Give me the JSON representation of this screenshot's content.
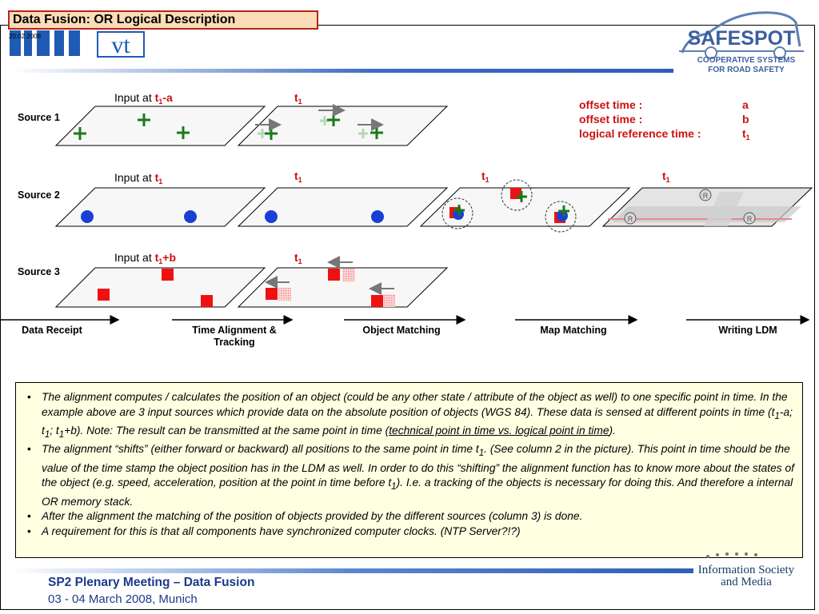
{
  "header": {
    "title": "Data Fusion:  OR Logical Description",
    "date": "20.02.2008",
    "tum_logo_text": "vt",
    "safespot_logo": {
      "name": "SAFESPOT",
      "line1": "COOPERATIVE SYSTEMS",
      "line2": "FOR ROAD SAFETY"
    }
  },
  "diagram": {
    "sources": [
      "Source 1",
      "Source 2",
      "Source 3"
    ],
    "input_labels": [
      {
        "prefix": "Input at ",
        "t": "t",
        "sub": "1",
        "suffix": "-a"
      },
      {
        "prefix": "Input at ",
        "t": "t",
        "sub": "1",
        "suffix": ""
      },
      {
        "prefix": "Input at ",
        "t": "t",
        "sub": "1",
        "suffix": "+b"
      }
    ],
    "time_labels": {
      "t": "t",
      "sub": "1"
    },
    "legend": [
      {
        "label": "offset time :",
        "value": "a",
        "sub": ""
      },
      {
        "label": "offset time :",
        "value": "b",
        "sub": ""
      },
      {
        "label": "logical reference time :",
        "value": "t",
        "sub": "1"
      }
    ],
    "stages": [
      "Data Receipt",
      "Time Alignment &",
      "Tracking",
      "Object Matching",
      "Map Matching",
      "Writing LDM"
    ],
    "road_sign_letter": "R"
  },
  "notes": [
    {
      "a": "The alignment computes / calculates the position of an object (could be any other state / attribute of the object as well) to one specific point in time. In the example above are 3 input sources which provide data on the absolute position of objects (WGS 84). These data is sensed at different points in time (t",
      "a_sub": "1",
      "b": "-a; t",
      "b_sub": "1",
      "c": "; t",
      "c_sub": "1",
      "d": "+b). Note: The result can be transmitted at the same point in time (",
      "link": "technical point in time vs. logical point in time",
      "e": ")."
    },
    {
      "a": "The alignment “shifts” (either forward or backward) all positions to the same point in time t",
      "a_sub": "1",
      "b": ". (See column 2 in the picture). This point in time should be the value of the time stamp the object position has in the LDM as well. In order to do this “shifting” the alignment function has to know more about the states of the object (e.g. speed, acceleration, position at the point in time before t",
      "b_sub": "1",
      "c": "). I.e. a tracking of the objects is necessary for doing this. And therefore a internal OR memory stack."
    },
    {
      "text": "After the alignment the matching of the position of objects provided by the different sources (column 3) is done."
    },
    {
      "text": "A requirement for this is that all components have synchronized computer clocks. (NTP Server?!?)"
    }
  ],
  "footer": {
    "title": "SP2 Plenary Meeting – Data Fusion",
    "date": "03 - 04 March 2008, Munich",
    "ec_logo": {
      "line1": "Information Society",
      "line2": "and Media"
    }
  },
  "colors": {
    "accent_red": "#cc1111",
    "marker_red": "#ee1111",
    "marker_blue": "#1a3fd6",
    "marker_green": "#1a7a1a",
    "footer_blue": "#1a3a8a",
    "title_fill": "#fbdcb6",
    "note_fill": "#ffffe2"
  },
  "icons": [
    "plus-icon",
    "circle-marker-icon",
    "square-marker-icon",
    "arrow-icon",
    "road-sign-icon"
  ]
}
